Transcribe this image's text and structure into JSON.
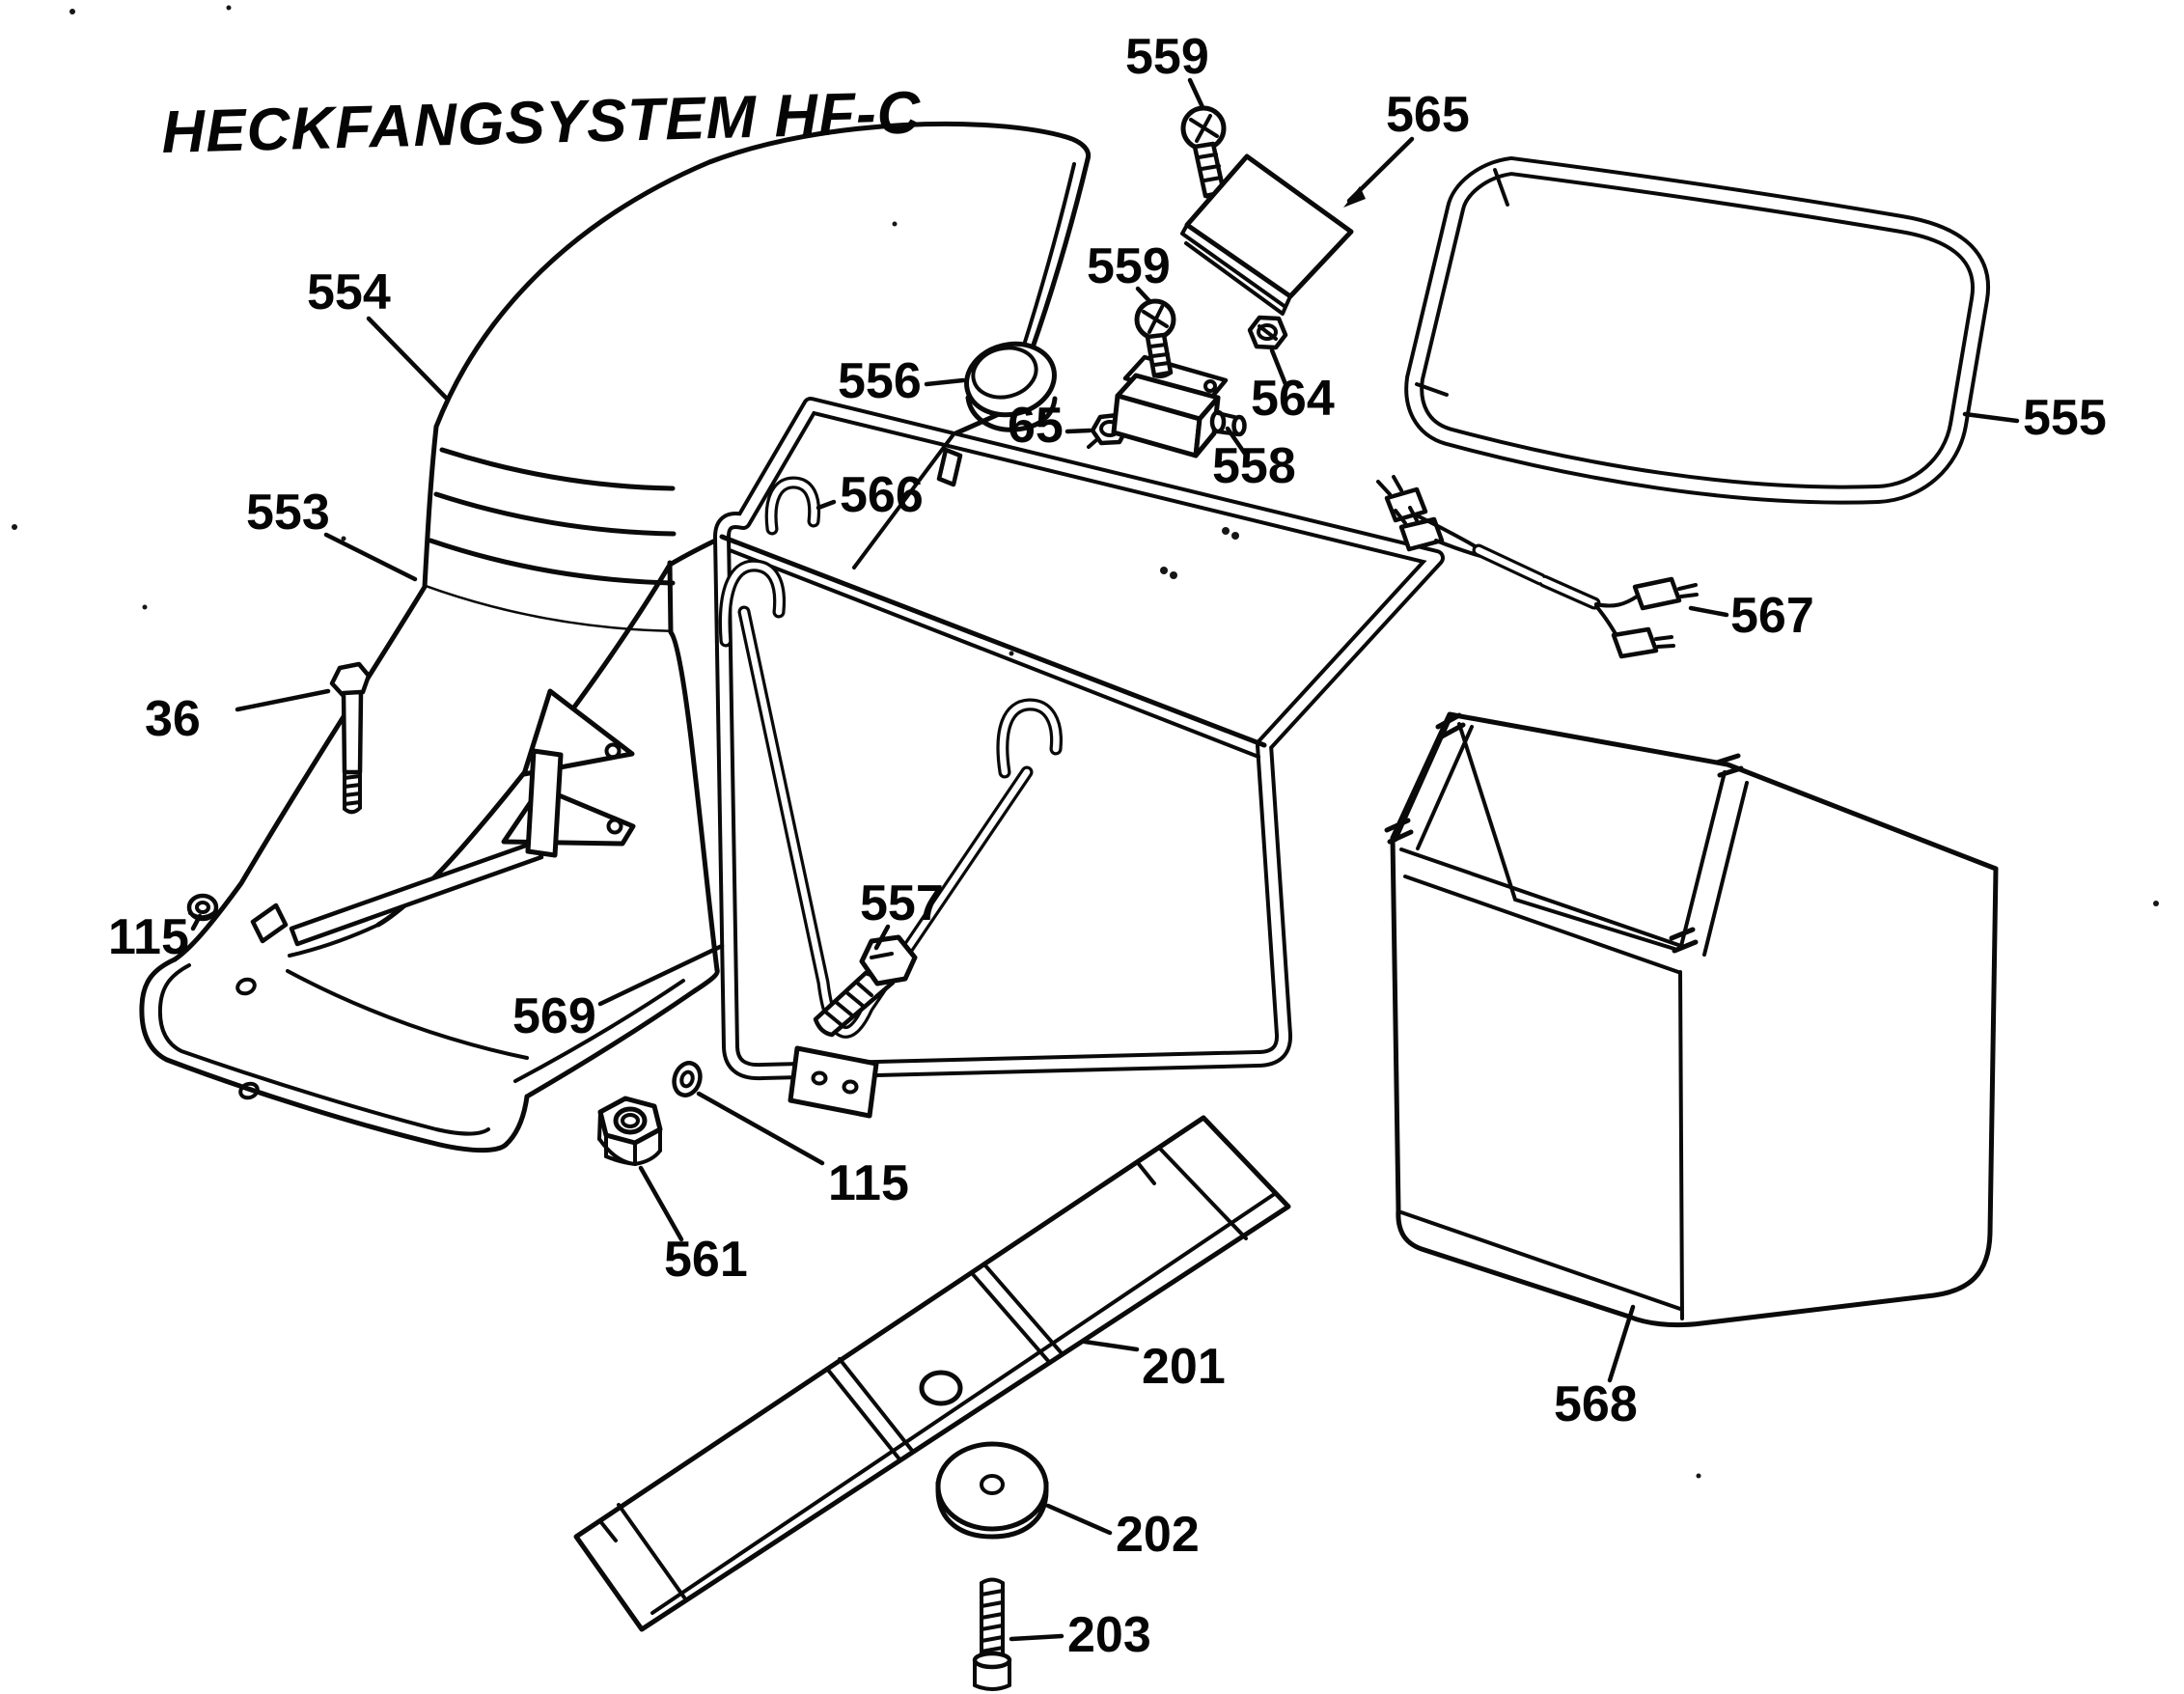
{
  "diagram": {
    "title": "HECKFANGSYSTEM HF-C",
    "background_color": "#ffffff",
    "line_color": "#0a0a0a",
    "type": "exploded-parts-diagram"
  },
  "part_numbers": [
    "36",
    "65",
    "115",
    "201",
    "202",
    "203",
    "553",
    "554",
    "555",
    "556",
    "557",
    "558",
    "559",
    "561",
    "564",
    "565",
    "566",
    "567",
    "568",
    "569"
  ],
  "labels": {
    "l559a": "559",
    "l565": "565",
    "l554": "554",
    "l559b": "559",
    "l564": "564",
    "l555": "555",
    "l556": "556",
    "l65": "65",
    "l558": "558",
    "l553": "553",
    "l566": "566",
    "l567": "567",
    "l36": "36",
    "l115a": "115",
    "l557": "557",
    "l569": "569",
    "l115b": "115",
    "l561": "561",
    "l201": "201",
    "l202": "202",
    "l203": "203",
    "l568": "568"
  }
}
